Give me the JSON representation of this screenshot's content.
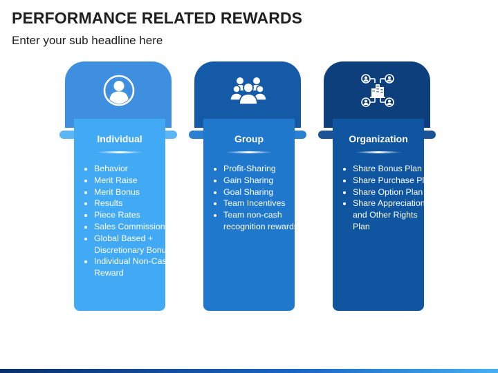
{
  "header": {
    "title": "PERFORMANCE RELATED REWARDS",
    "subtitle": "Enter your sub headline here"
  },
  "cards": [
    {
      "title": "Individual",
      "icon": "person-icon",
      "colors": {
        "top": "#3f8fe0",
        "tab": "#5cb6f4",
        "panel": "#42aaf5"
      },
      "items": [
        "Behavior",
        "Merit Raise",
        "Merit Bonus",
        "Results",
        "Piece Rates",
        "Sales Commissions",
        "Global Based + Discretionary Bonus",
        "Individual Non-Cash Reward"
      ]
    },
    {
      "title": "Group",
      "icon": "group-icon",
      "colors": {
        "top": "#155aa6",
        "tab": "#2a7fd0",
        "panel": "#1f78cc"
      },
      "items": [
        "Profit-Sharing",
        "Gain Sharing",
        "Goal Sharing",
        "Team Incentives",
        "Team non-cash recognition rewards"
      ]
    },
    {
      "title": "Organization",
      "icon": "organization-network-icon",
      "colors": {
        "top": "#0d3f7c",
        "tab": "#1c5296",
        "panel": "#0f55a0"
      },
      "items": [
        "Share Bonus Plan",
        "Share Purchase Plan",
        "Share Option Plan",
        "Share Appreciation and Other Rights Plan"
      ]
    }
  ]
}
